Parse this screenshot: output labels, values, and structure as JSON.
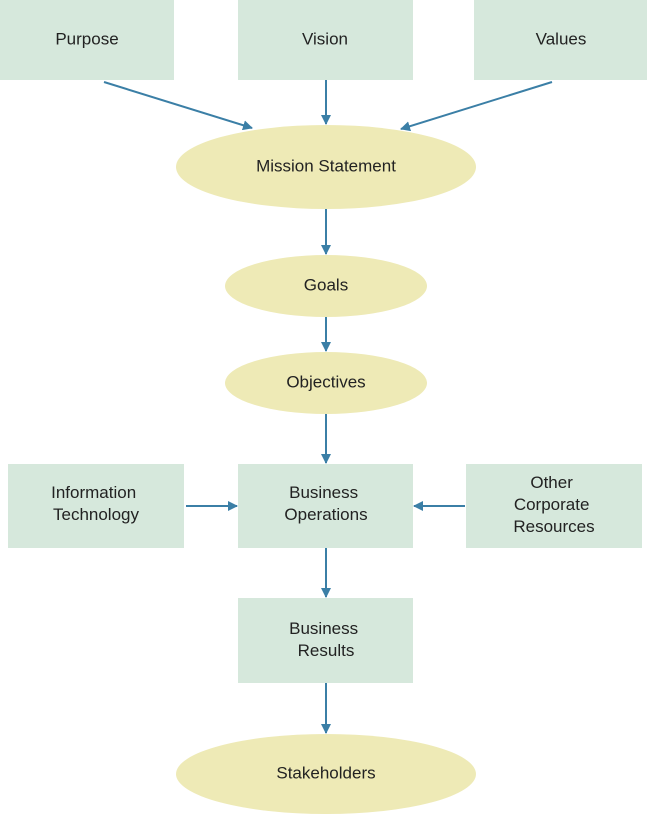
{
  "nodes": {
    "purpose": {
      "label": "Purpose"
    },
    "vision": {
      "label": "Vision"
    },
    "values": {
      "label": "Values"
    },
    "mission_statement": {
      "label": "Mission Statement"
    },
    "goals": {
      "label": "Goals"
    },
    "objectives": {
      "label": "Objectives"
    },
    "information_technology": {
      "lines": [
        "Information",
        "Technology"
      ]
    },
    "business_operations": {
      "lines": [
        "Business",
        "Operations"
      ]
    },
    "other_corporate_resources": {
      "lines": [
        "Other",
        "Corporate",
        "Resources"
      ]
    },
    "business_results": {
      "lines": [
        "Business",
        "Results"
      ]
    },
    "stakeholders": {
      "label": "Stakeholders"
    }
  },
  "colors": {
    "box_fill": "#d6e8dc",
    "ellipse_fill": "#eeeab6",
    "arrow": "#3b7fa6",
    "text": "#222222"
  }
}
